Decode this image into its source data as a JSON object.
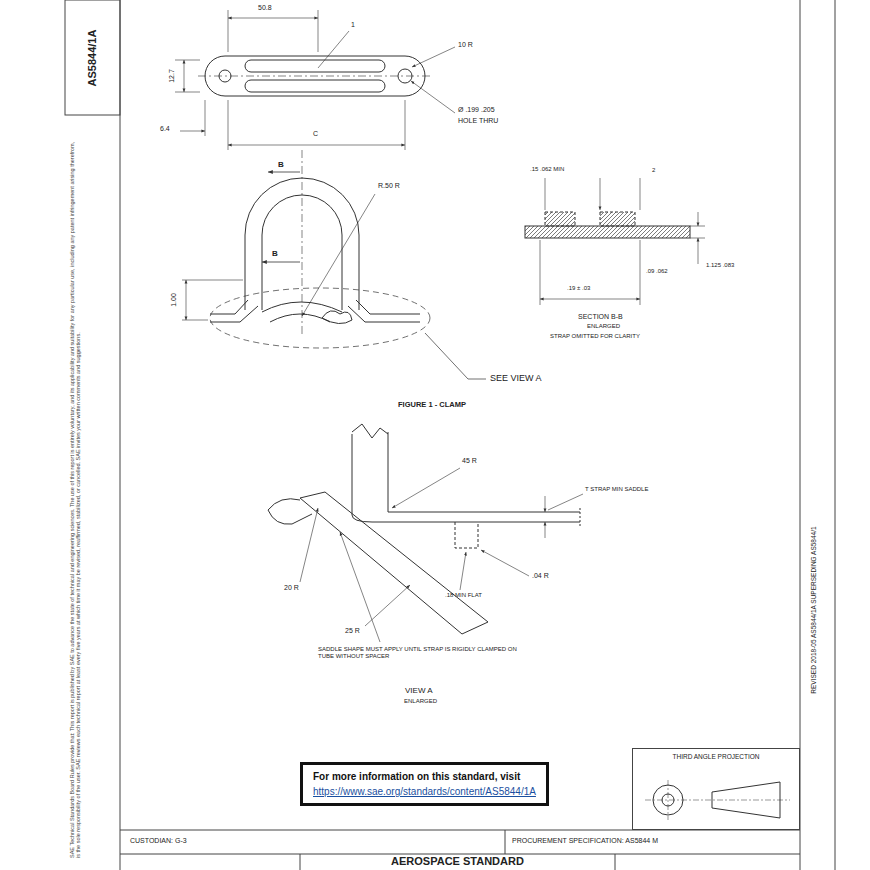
{
  "diagram": {
    "nodes": [
      {
        "text": [
          "For more information on this standard, visit",
          "https://www.sae.org/standards/content/AS5844/1A"
        ]
      },
      {
        "text": [
          "THIRD ANGLE PROJECTION"
        ]
      }
    ],
    "labels": [
      "AS5844/1A",
      "SAE Technical Standards Board Rules provide that: This report is published by SAE to advance the state of technical and engineering sciences. The use of this report is entirely voluntary, and its applicability and suitability for any particular use, including any patent infringement arising therefrom, is the sole responsibility of the user. SAE reviews each technical report at least every five years at which time it may be revised, reaffirmed, stabilized, or cancelled. SAE invites your written comments and suggestions.",
      "50.8",
      "12.7",
      "6.4",
      "C",
      "1",
      "10 R",
      "Ø .199 .205",
      "HOLE THRU",
      "B",
      "B",
      "R.50 R",
      "1.00",
      "SEE VIEW A",
      "FIGURE 1 - CLAMP",
      ".15 .062 MIN",
      "2",
      ".19 ± .03",
      ".09 .062",
      "1.125 .083",
      "SECTION B-B",
      "ENLARGED",
      "STRAP OMITTED FOR CLARITY",
      "45 R",
      "T STRAP MIN SADDLE",
      "20 R",
      ".04 R",
      ".18 MIN FLAT",
      "25 R",
      "SADDLE SHAPE MUST APPLY UNTIL STRAP IS RIGIDLY CLAMPED ON TUBE WITHOUT SPACER",
      "VIEW A",
      "ENLARGED",
      "REVISED 2018-05   AS5844/1A   SUPERSEDING AS5844/1",
      "CUSTODIAN: G-3",
      "PROCUREMENT SPECIFICATION: AS5844 M",
      "AEROSPACE STANDARD"
    ]
  }
}
